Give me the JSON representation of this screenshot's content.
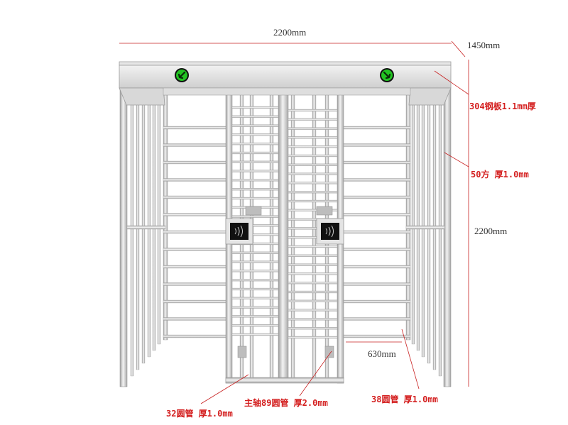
{
  "dimensions": {
    "overall_width": "2200mm",
    "depth": "1450mm",
    "overall_height": "2200mm",
    "gap_width": "630mm"
  },
  "callouts": {
    "top_plate": "304钢板1.1mm厚",
    "square_post": "50方 厚1.0mm",
    "main_shaft": "主轴89圆管 厚2.0mm",
    "arm_tube": "32圆管 厚1.0mm",
    "side_tube": "38圆管 厚1.0mm"
  },
  "indicators": {
    "left_arrow": {
      "icon": "green-arrow-down-left-icon",
      "color": "#22c322"
    },
    "right_arrow": {
      "icon": "green-arrow-down-right-icon",
      "color": "#22c322"
    }
  },
  "colors": {
    "line": "#c82020",
    "steel_light": "#ececec",
    "steel_mid": "#d3d3d3",
    "steel_dark": "#9a9a9a",
    "reader": "#111111"
  }
}
